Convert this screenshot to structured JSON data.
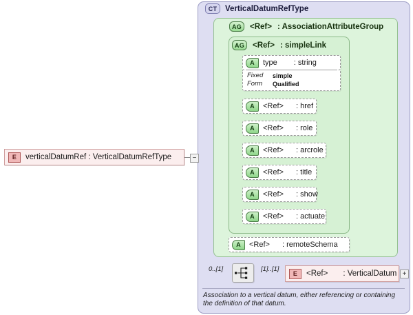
{
  "diagram": {
    "root_element": {
      "badge": "E",
      "label": "verticalDatumRef : VerticalDatumRefType",
      "collapse_toggle": "−"
    },
    "complex_type": {
      "badge": "CT",
      "title": "VerticalDatumRefType"
    },
    "attribute_group_outer": {
      "badge": "AG",
      "ref": "<Ref>",
      "name": ": AssociationAttributeGroup"
    },
    "attribute_group_inner": {
      "badge": "AG",
      "ref": "<Ref>",
      "name": ": simpleLink"
    },
    "type_attribute": {
      "badge": "A",
      "name": "type",
      "type": ": string",
      "facets": [
        {
          "key": "Fixed",
          "value": "simple"
        },
        {
          "key": "Form",
          "value": "Qualified"
        }
      ]
    },
    "attributes": [
      {
        "badge": "A",
        "ref": "<Ref>",
        "name": ": href"
      },
      {
        "badge": "A",
        "ref": "<Ref>",
        "name": ": role"
      },
      {
        "badge": "A",
        "ref": "<Ref>",
        "name": ": arcrole"
      },
      {
        "badge": "A",
        "ref": "<Ref>",
        "name": ": title"
      },
      {
        "badge": "A",
        "ref": "<Ref>",
        "name": ": show"
      },
      {
        "badge": "A",
        "ref": "<Ref>",
        "name": ": actuate"
      }
    ],
    "remote_schema": {
      "badge": "A",
      "ref": "<Ref>",
      "name": ": remoteSchema"
    },
    "compositor": {
      "kind": "sequence-icon"
    },
    "cardinality_left": "0..[1]",
    "cardinality_right": "[1]..[1]",
    "child_element": {
      "badge": "E",
      "ref": "<Ref>",
      "name": ": VerticalDatum",
      "expand_toggle": "+"
    },
    "documentation": "Association to a vertical datum, either referencing or containing the definition of that datum."
  },
  "colors": {
    "element_fill": "#fbeeee",
    "element_border": "#cf9d9d",
    "complextype_fill": "#dedef2",
    "group_fill": "#ddf4dc",
    "group_fill_inner": "#d6f1d4",
    "line": "#8c8c8c"
  }
}
